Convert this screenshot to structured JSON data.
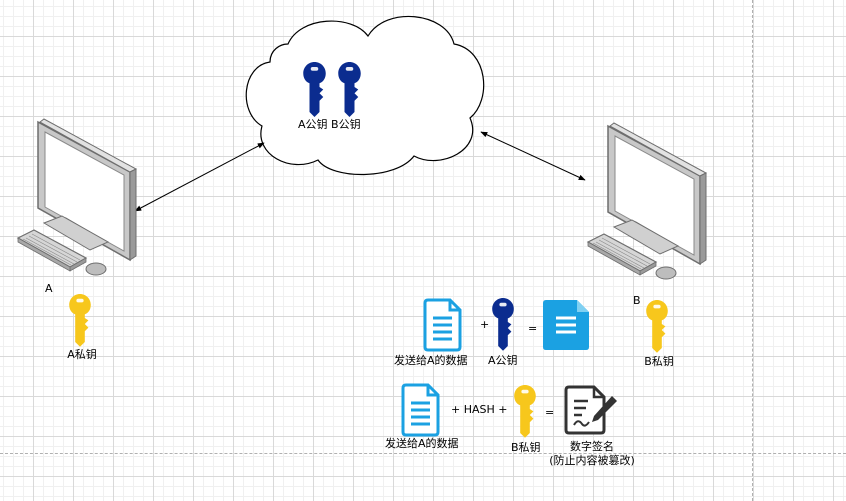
{
  "labels": {
    "cloud_keys": "A公钥  B公钥",
    "node_a": "A",
    "node_b": "B",
    "a_private_key": "A私钥",
    "b_private_key": "B私钥",
    "row1_doc": "发送给A的数据",
    "row1_key": "A公钥",
    "row2_doc": "发送给A的数据",
    "row2_key": "B私钥",
    "signature_line1": "数字签名",
    "signature_line2": "(防止内容被篡改)",
    "op_plus": "+",
    "op_equals": "=",
    "op_hash": "+ HASH +"
  },
  "icons": {
    "computer": "desktop-computer-icon",
    "public_key": "key-icon",
    "private_key": "key-icon",
    "document": "document-icon",
    "signature": "signed-document-icon",
    "cloud": "cloud-shape"
  },
  "colors": {
    "public_key": "#0b2c8f",
    "private_key": "#f7c71c",
    "document_outline": "#1ba1e2",
    "document_filled": "#1ba1e2",
    "monitor": "#888888",
    "signature": "#333333"
  }
}
